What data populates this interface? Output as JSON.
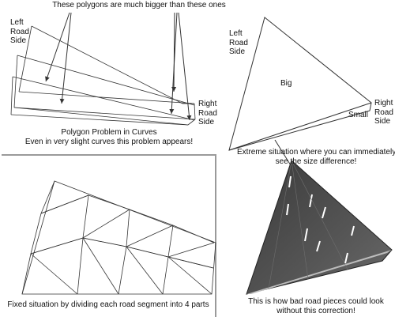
{
  "top_note": "These polygons are much bigger than these ones",
  "panel_curve": {
    "left_label": [
      "Left",
      "Road",
      "Side"
    ],
    "right_label": [
      "Right",
      "Road",
      "Side"
    ],
    "caption": [
      "Polygon Problem in Curves",
      "Even in very slight curves this problem appears!"
    ]
  },
  "panel_extreme": {
    "left_label": [
      "Left",
      "Road",
      "Side"
    ],
    "right_label": [
      "Right",
      "Road",
      "Side"
    ],
    "big_label": "Big",
    "small_label": "Small",
    "caption": [
      "Extreme situation where you can immediately",
      "see the size difference!"
    ]
  },
  "panel_fixed": {
    "caption": "Fixed situation by dividing each road segment into 4 parts"
  },
  "panel_bad": {
    "caption": [
      "This is how bad road pieces could look",
      "without this correction!"
    ]
  },
  "colors": {
    "line": "#333333",
    "divider": "#9a9a9a",
    "road_surface": "#4d4d4d",
    "road_marking": "#ffffff"
  }
}
